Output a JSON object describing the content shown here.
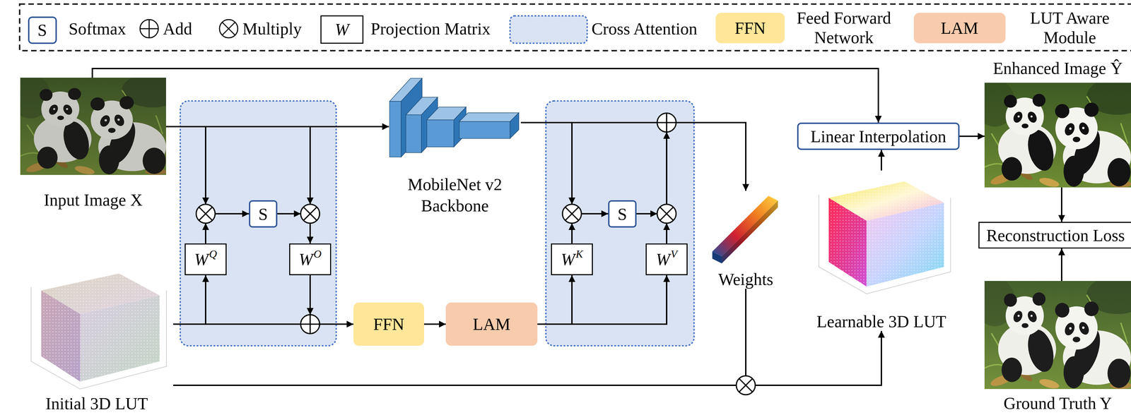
{
  "diagram": {
    "nodes": [
      {
        "text": [
          "Input Image X"
        ]
      },
      {
        "text": [
          "S"
        ]
      },
      {
        "text": [
          "W",
          "Q"
        ]
      },
      {
        "text": [
          "W",
          "O"
        ]
      },
      {
        "text": [
          "Initial 3D LUT"
        ]
      },
      {
        "text": [
          "MobileNet v2 Backbone"
        ]
      },
      {
        "text": [
          "FFN"
        ]
      },
      {
        "text": [
          "LAM"
        ]
      },
      {
        "text": [
          "S"
        ]
      },
      {
        "text": [
          "W",
          "K"
        ]
      },
      {
        "text": [
          "W",
          "V"
        ]
      },
      {
        "text": [
          "Weights"
        ]
      },
      {
        "text": [
          "Linear Interpolation"
        ]
      },
      {
        "text": [
          "Learnable 3D LUT"
        ]
      },
      {
        "text": [
          "Enhanced Image Ŷ"
        ]
      },
      {
        "text": [
          "Reconstruction Loss"
        ]
      },
      {
        "text": [
          "Ground Truth Y"
        ]
      }
    ],
    "edges": [
      {
        "from": 0,
        "to": 5,
        "arrow": "to"
      },
      {
        "from": 0,
        "to": 12,
        "arrow": "to"
      },
      {
        "from": 4,
        "to": 2,
        "arrow": "to"
      },
      {
        "from": 4,
        "to": 6,
        "arrow": "to"
      },
      {
        "from": 6,
        "to": 7,
        "arrow": "to"
      },
      {
        "from": 7,
        "to": 9,
        "arrow": "to"
      },
      {
        "from": 7,
        "to": 10,
        "arrow": "to"
      },
      {
        "from": 5,
        "to": 11,
        "arrow": "to"
      },
      {
        "from": 11,
        "to": 13,
        "arrow": "to"
      },
      {
        "from": 4,
        "to": 13,
        "arrow": "to"
      },
      {
        "from": 13,
        "to": 12,
        "arrow": "to"
      },
      {
        "from": 12,
        "to": 14,
        "arrow": "to"
      },
      {
        "from": 14,
        "to": 15,
        "arrow": "to"
      },
      {
        "from": 16,
        "to": 15,
        "arrow": "to"
      }
    ],
    "labels": [
      "S",
      "W",
      "FFN",
      "LAM"
    ],
    "legend": [
      {
        "text": "Softmax"
      },
      {
        "text": "Add"
      },
      {
        "text": "Multiply"
      },
      {
        "text": "Projection Matrix"
      },
      {
        "text": "Cross Attention",
        "color": "#dae3f3"
      },
      {
        "text": "Feed Forward Network",
        "color": "#ffe699"
      },
      {
        "text": "LUT Aware Module",
        "color": "#f8cbad"
      }
    ]
  }
}
